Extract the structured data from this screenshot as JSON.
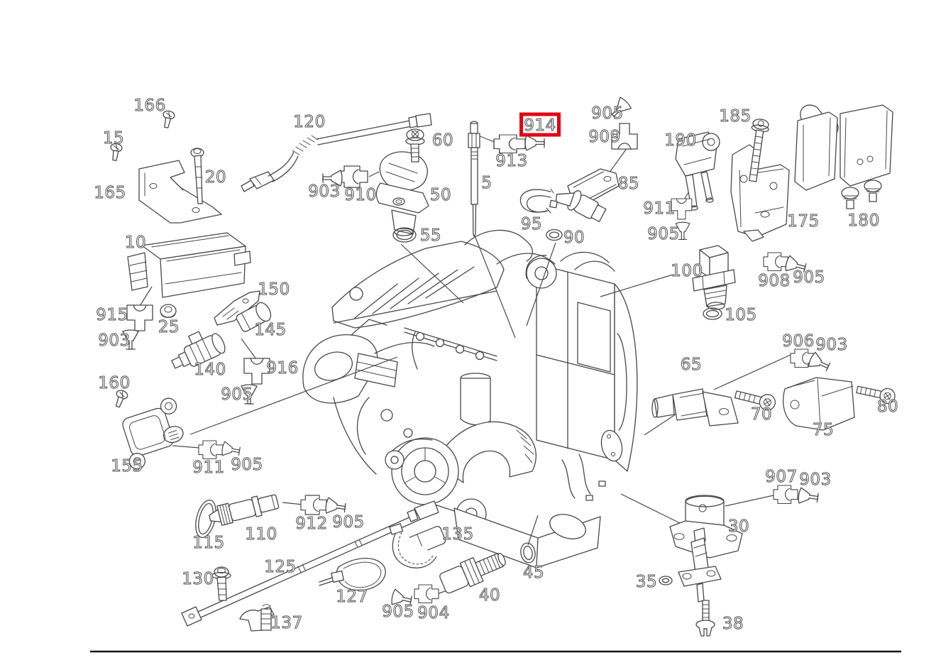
{
  "diagram": {
    "type": "engine-parts-exploded-diagram",
    "background": "#ffffff",
    "line_color": "#474747",
    "label_color": "#4f4f4f",
    "highlight": {
      "part_number": "914",
      "box_color": "#e30010"
    },
    "icon_glyphs": {
      "connector_side": "wiring-connector-housing-icon",
      "connector_tee": "wiring-connector-housing-tee-icon",
      "plug": "blind-plug-icon",
      "bolt": "bolt-icon",
      "screw": "screw-icon",
      "oring": "o-ring-icon"
    }
  },
  "labels": [
    {
      "text": "166"
    },
    {
      "text": "15"
    },
    {
      "text": "165"
    },
    {
      "text": "20"
    },
    {
      "text": "120"
    },
    {
      "text": "903"
    },
    {
      "text": "910"
    },
    {
      "text": "60"
    },
    {
      "text": "50"
    },
    {
      "text": "55"
    },
    {
      "text": "5"
    },
    {
      "text": "913"
    },
    {
      "text": "914"
    },
    {
      "text": "905"
    },
    {
      "text": "909"
    },
    {
      "text": "85"
    },
    {
      "text": "95"
    },
    {
      "text": "90"
    },
    {
      "text": "185"
    },
    {
      "text": "190"
    },
    {
      "text": "911"
    },
    {
      "text": "905"
    },
    {
      "text": "175"
    },
    {
      "text": "180"
    },
    {
      "text": "10"
    },
    {
      "text": "915"
    },
    {
      "text": "903"
    },
    {
      "text": "25"
    },
    {
      "text": "150"
    },
    {
      "text": "145"
    },
    {
      "text": "140"
    },
    {
      "text": "916"
    },
    {
      "text": "905"
    },
    {
      "text": "160"
    },
    {
      "text": "155"
    },
    {
      "text": "911"
    },
    {
      "text": "905"
    },
    {
      "text": "115"
    },
    {
      "text": "110"
    },
    {
      "text": "912"
    },
    {
      "text": "905"
    },
    {
      "text": "125"
    },
    {
      "text": "130"
    },
    {
      "text": "127"
    },
    {
      "text": "137"
    },
    {
      "text": "135"
    },
    {
      "text": "905"
    },
    {
      "text": "904"
    },
    {
      "text": "40"
    },
    {
      "text": "45"
    },
    {
      "text": "100"
    },
    {
      "text": "908"
    },
    {
      "text": "905"
    },
    {
      "text": "105"
    },
    {
      "text": "906"
    },
    {
      "text": "903"
    },
    {
      "text": "65"
    },
    {
      "text": "70"
    },
    {
      "text": "75"
    },
    {
      "text": "80"
    },
    {
      "text": "907"
    },
    {
      "text": "903"
    },
    {
      "text": "30"
    },
    {
      "text": "35"
    },
    {
      "text": "38"
    }
  ]
}
